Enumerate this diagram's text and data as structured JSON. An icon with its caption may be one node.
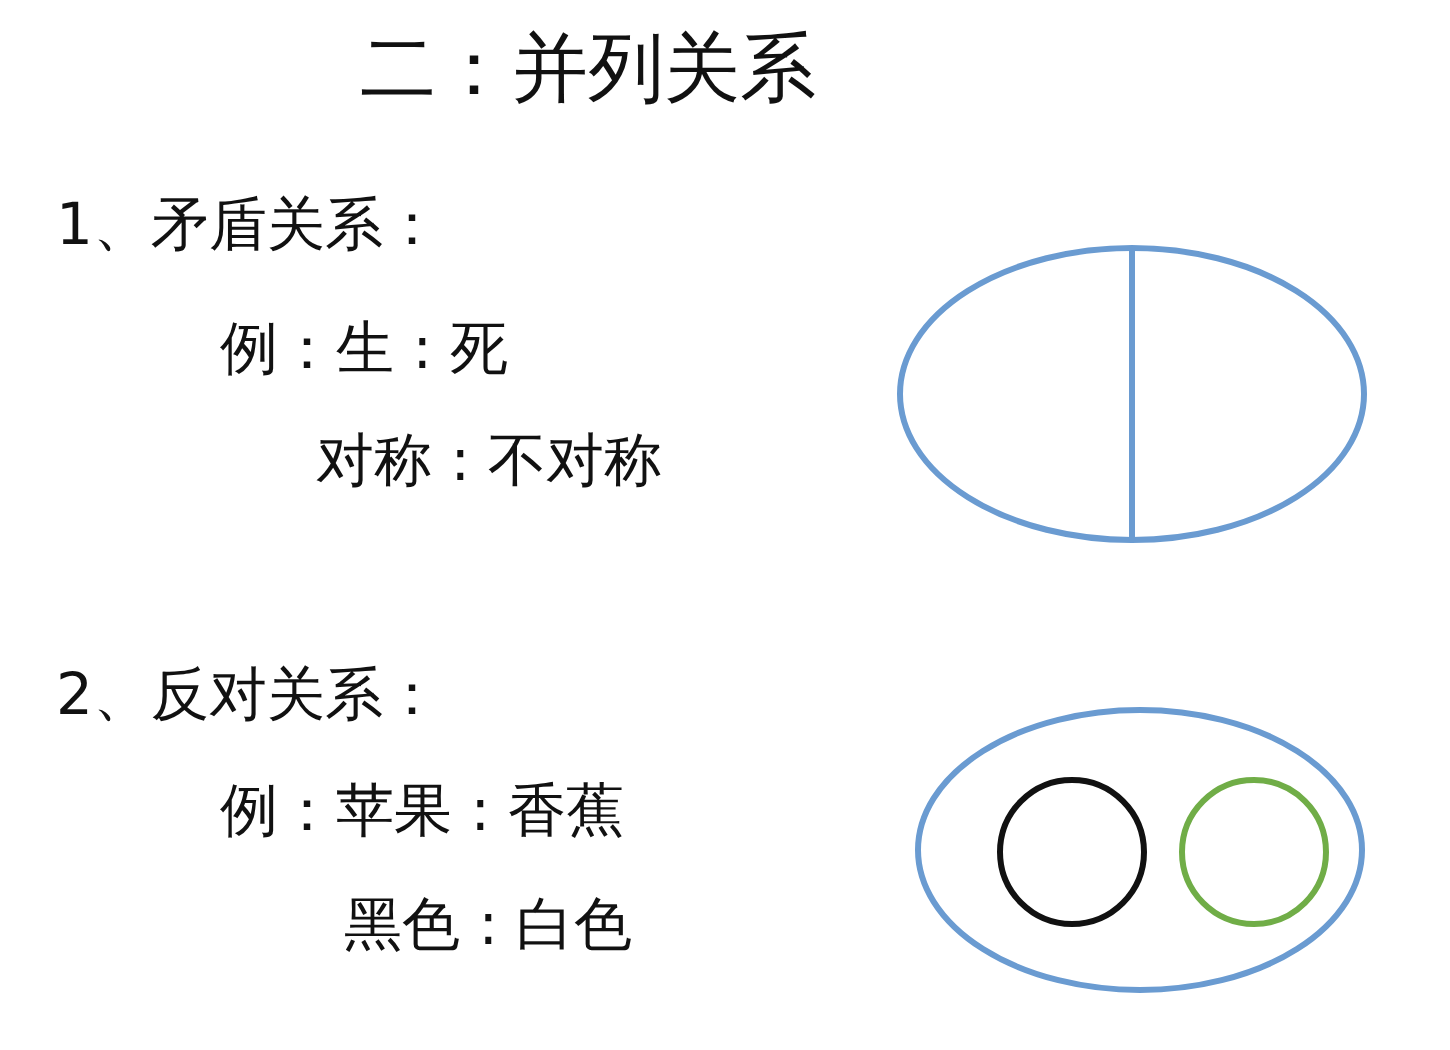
{
  "diagram": {
    "title": "二：并列关系",
    "nodes": [
      {
        "text": [],
        "shape": "ellipse"
      },
      {
        "text": [],
        "shape": "ellipse"
      },
      {
        "text": [],
        "shape": "circle",
        "in": 1
      },
      {
        "text": [],
        "shape": "circle",
        "in": 1
      }
    ],
    "edges": [],
    "labels": [
      "1、矛盾关系：",
      "例：生 : 死",
      "对称 : 不对称",
      "2、反对关系：",
      "例：苹果 : 香蕉",
      "黑色 : 白色"
    ]
  }
}
